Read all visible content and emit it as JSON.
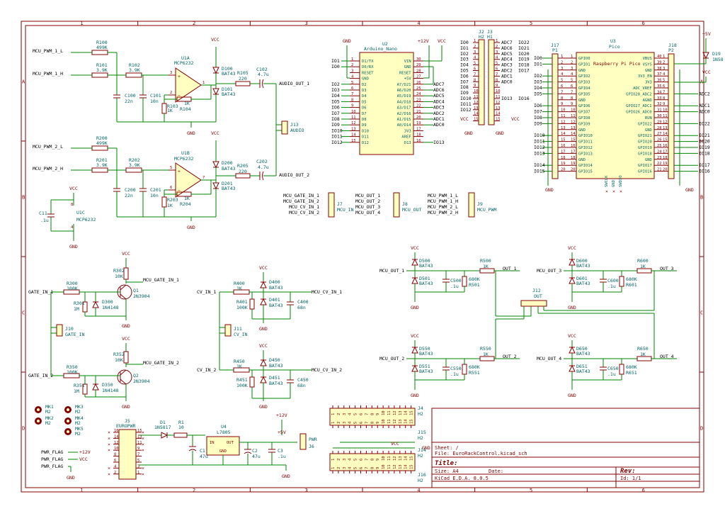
{
  "title_block": {
    "sheet": "Sheet: /",
    "file": "File: EuroRackControl.kicad_sch",
    "title_label": "Title:",
    "size": "Size: A4",
    "date": "Date:",
    "rev": "Rev:",
    "tool": "KiCad E.D.A. 8.0.5",
    "id": "Id: 1/1"
  },
  "grid": {
    "cols": [
      "1",
      "2",
      "3",
      "4",
      "5",
      "6"
    ],
    "rows": [
      "A",
      "B",
      "C",
      "D"
    ]
  },
  "power": {
    "vcc": "VCC",
    "gnd": "GND",
    "p12": "+12V",
    "p5": "+5V",
    "p12nc": "+12V",
    "pwr_flag": "PWR_FLAG"
  },
  "labels": {
    "mcu_pwm_1_l": "MCU_PWM_1_L",
    "mcu_pwm_1_h": "MCU_PWM_1_H",
    "mcu_pwm_2_l": "MCU_PWM_2_L",
    "mcu_pwm_2_h": "MCU_PWM_2_H",
    "audio_out_1": "AUDIO_OUT_1",
    "audio_out_2": "AUDIO_OUT_2",
    "mcu_gate_in_1": "MCU_GATE_IN_1",
    "mcu_gate_in_2": "MCU_GATE_IN_2",
    "gate_in_1": "GATE_IN_1",
    "gate_in_2": "GATE_IN_2",
    "cv_in_1": "CV_IN_1",
    "cv_in_2": "CV_IN_2",
    "mcu_cv_in_1": "MCU_CV_IN_1",
    "mcu_cv_in_2": "MCU_CV_IN_2",
    "mcu_out_1": "MCU_OUT_1",
    "mcu_out_2": "MCU_OUT_2",
    "mcu_out_3": "MCU_OUT_3",
    "mcu_out_4": "MCU_OUT_4",
    "out_1": "OUT_1",
    "out_2": "OUT_2",
    "out_3": "OUT_3",
    "out_4": "OUT_4",
    "mcu_pwm_1_l_j": "MCU_PWM_1_L",
    "mcu_pwm_1_h_j": "MCU_PWM_1_H",
    "mcu_pwm_2_l_j": "MCU_PWM_2_L",
    "mcu_pwm_2_h_j": "MCU_PWM_2_H",
    "mcu_gate_in_1_j": "MCU_GATE_IN_1",
    "mcu_gate_in_2_j": "MCU_GATE_IN_2",
    "mcu_cv_in_1_j": "MCU_CV_IN_1",
    "mcu_cv_in_2_j": "MCU_CV_IN_2",
    "mcu_out_1_j": "MCU_OUT_1",
    "mcu_out_2_j": "MCU_OUT_2",
    "mcu_out_3_j": "MCU_OUT_3",
    "mcu_out_4_j": "MCU_OUT_4"
  },
  "components": {
    "r100": "R100",
    "r100v": "499K",
    "r101": "R101",
    "r101v": "3.9K",
    "r102": "R102",
    "r102v": "3.9K",
    "c100": "C100",
    "c100v": "22n",
    "c101": "C101",
    "c101v": "10n",
    "r103": "R103",
    "r103v": "1K",
    "r104": "R104",
    "r104v": "1K",
    "u1a": "U1A",
    "u1av": "MCP6232",
    "d100": "D100",
    "d100v": "BAT43",
    "d101": "D101",
    "d101v": "BAT43",
    "r105": "R105",
    "r105v": "220",
    "c102": "C102",
    "c102v": "4.7u",
    "r200": "R200",
    "r200v": "499K",
    "r201": "R201",
    "r201v": "3.9K",
    "r202": "R202",
    "r202v": "3.9K",
    "c200": "C200",
    "c200v": "22n",
    "c201": "C201",
    "c201v": "10n",
    "r203": "R203",
    "r203v": "1K",
    "r204": "R204",
    "r204v": "1K",
    "u1b": "U1B",
    "u1bv": "MCP6232",
    "d200": "D200",
    "d200v": "BAT43",
    "d201": "D201",
    "d201v": "BAT43",
    "r205": "R205",
    "r205v": "220",
    "c202": "C202",
    "c202v": "4.7u",
    "j13": "J13",
    "j13v": "AUDIO",
    "c11": "C11",
    "c11v": ".1u",
    "u1c": "U1C",
    "u1cv": "MCP6232",
    "r302": "R302",
    "r302v": "10K",
    "r300": "R300",
    "r300v": "100K",
    "r301": "R301",
    "r301v": "1M",
    "d300": "D300",
    "d300v": "1N4148",
    "q1": "Q1",
    "q1v": "2N3904",
    "j10": "J10",
    "j10v": "GATE_IN",
    "r352": "R352",
    "r352v": "10K",
    "r350": "R350",
    "r350v": "100K",
    "r351": "R351",
    "r351v": "1M",
    "d350": "D350",
    "d350v": "1N4148",
    "q2": "Q2",
    "q2v": "2N3904",
    "r400": "R400",
    "r400v": "1K",
    "r401": "R401",
    "r401v": "100K",
    "d400": "D400",
    "d400v": "BAT43",
    "d401": "D401",
    "d401v": "BAT43",
    "c400": "C400",
    "c400v": "68n",
    "j11": "J11",
    "j11v": "CV_IN",
    "r450": "R450",
    "r450v": "1K",
    "r451": "R451",
    "r451v": "100K",
    "d450": "D450",
    "d450v": "BAT43",
    "d451": "D451",
    "d451v": "BAT43",
    "c450": "C450",
    "c450v": "68n",
    "j7": "J7",
    "j7v": "MCU_IN",
    "j8": "J8",
    "j8v": "MCU_OUT",
    "j9": "J9",
    "j9v": "MCU_PWM",
    "d500": "D500",
    "d500v": "BAT43",
    "d501": "D501",
    "d501v": "BAT43",
    "c500": "C500",
    "c500v": ".1u",
    "r501": "R501",
    "r501v": "680K",
    "r500": "R500",
    "r500v": "1K",
    "d550": "D550",
    "d550v": "BAT43",
    "d551": "D551",
    "d551v": "BAT43",
    "c550": "C550",
    "c550v": ".1u",
    "r551": "R551",
    "r551v": "680K",
    "r550": "R550",
    "r550v": "1K",
    "d600": "D600",
    "d600v": "BAT43",
    "d601": "D601",
    "d601v": "BAT43",
    "c600": "C600",
    "c600v": ".1u",
    "r601": "R601",
    "r601v": "680K",
    "r600": "R600",
    "r600v": "1K",
    "d650": "D650",
    "d650v": "BAT43",
    "d651": "D651",
    "d651v": "BAT43",
    "c650": "C650",
    "c650v": ".1u",
    "r651": "R651",
    "r651v": "680K",
    "r650": "R650",
    "r650v": "1K",
    "j12": "J12",
    "j12v": "OUT",
    "mk1": "MK1",
    "mk2": "MK2",
    "mk3": "MK3",
    "mk4": "MK4",
    "mk5": "MK5",
    "m2": "M2",
    "j5": "J5",
    "j5v": "EUROPWR",
    "d1": "D1",
    "d1v": "1N5817",
    "r1": "R1",
    "r1v": "10",
    "u4": "U4",
    "u4v": "L7805",
    "u4in": "IN",
    "u4out": "OUT",
    "u4gnd": "GND",
    "c1": "C1",
    "c1v": "47u",
    "c2": "C2",
    "c2v": "47u",
    "c3": "C3",
    "c3v": ".1u",
    "j6": "J6",
    "j6v": "PWR",
    "u2": "U2",
    "u2v": "Arduino_Nano",
    "j2": "J2",
    "j3": "J3",
    "h1": "H1",
    "h2": "H2",
    "u3": "U3",
    "u3v": "Pico",
    "j17": "J17",
    "p1": "P1",
    "j18": "J18",
    "p2": "P2",
    "d19": "D19",
    "d19v": "1N58",
    "j4": "J4",
    "j15": "J15",
    "j14": "J14",
    "j16": "J16",
    "pico_title": "Raspberry Pi Pico"
  },
  "nano": {
    "left": [
      "D1/TX",
      "D0/RX",
      "RESET",
      "GND",
      "D2",
      "D3",
      "D4",
      "D5",
      "D6",
      "D7",
      "D8",
      "D9",
      "D10",
      "D11",
      "D12"
    ],
    "left_nums": [
      "1",
      "2",
      "3",
      "4",
      "5",
      "6",
      "7",
      "8",
      "9",
      "10",
      "11",
      "12",
      "13",
      "14",
      "15"
    ],
    "right": [
      "VIN",
      "GND",
      "RESET",
      "+5V",
      "A7/D21",
      "A6/D20",
      "A5/D19",
      "A4/D18",
      "A3/D17",
      "A2/D16",
      "A1/D15",
      "A0/D14",
      "3V3",
      "AREF",
      "D13"
    ],
    "right_nums": [
      "30",
      "29",
      "28",
      "27",
      "26",
      "25",
      "24",
      "23",
      "22",
      "21",
      "20",
      "19",
      "17",
      "18",
      "16"
    ],
    "io_left": [
      "IO1",
      "IO0",
      "",
      "",
      "IO2",
      "IO3",
      "IO4",
      "IO5",
      "IO6",
      "IO7",
      "IO8",
      "IO9",
      "IO10",
      "IO11",
      "IO12"
    ],
    "io_right": [
      "",
      "",
      "",
      "",
      "ADC7",
      "ADC6",
      "ADC5",
      "ADC4",
      "ADC3",
      "ADC2",
      "ADC1",
      "ADC0",
      "",
      "",
      "IO13"
    ]
  },
  "headers": {
    "left": [
      "IO0",
      "IO1",
      "IO2",
      "IO3",
      "IO4",
      "IO5",
      "IO6",
      "IO7",
      "IO8",
      "IO9",
      "IO10",
      "IO11",
      "IO12",
      "",
      ""
    ],
    "right": [
      "IO22",
      "IO21",
      "IO20",
      "IO19",
      "IO18",
      "IO17",
      "",
      "",
      "",
      "",
      "IO16",
      "",
      "",
      "",
      ""
    ],
    "mid": [
      "ADC7",
      "ADC6",
      "ADC5",
      "ADC4",
      "ADC3",
      "ADC2",
      "ADC1",
      "ADC0",
      "",
      "",
      "IO13",
      "",
      "",
      ""
    ],
    "nums": [
      "1",
      "2",
      "3",
      "4",
      "5",
      "6",
      "7",
      "8",
      "9",
      "10",
      "11",
      "12",
      "13",
      "14",
      "15"
    ]
  },
  "pico": {
    "left": [
      "GPIO0",
      "GPIO1",
      "GND",
      "GPIO2",
      "GPIO3",
      "GPIO4",
      "GPIO5",
      "GND",
      "GPIO6",
      "GPIO7",
      "GPIO8",
      "GPIO9",
      "GND",
      "GPIO10",
      "GPIO11",
      "GPIO12",
      "GPIO13",
      "GND",
      "GPIO14",
      "GPIO15"
    ],
    "right": [
      "VBUS",
      "VSYS",
      "GND",
      "3V3_EN",
      "3V3",
      "ADC_VREF",
      "GPIO28_ADC2",
      "AGND",
      "GPIO27_ADC1",
      "GPIO26_ADC0",
      "RUN",
      "GPIO22",
      "GND",
      "GPIO21",
      "GPIO20",
      "GPIO19",
      "GPIO18",
      "GND",
      "GPIO17",
      "GPIO16"
    ],
    "left_nums": [
      "1",
      "2",
      "3",
      "4",
      "5",
      "6",
      "7",
      "8",
      "9",
      "10",
      "11",
      "12",
      "13",
      "14",
      "15",
      "16",
      "17",
      "18",
      "19",
      "20"
    ],
    "right_nums": [
      "40",
      "39",
      "38",
      "37",
      "36",
      "35",
      "34",
      "33",
      "32",
      "31",
      "30",
      "29",
      "28",
      "27",
      "26",
      "25",
      "24",
      "23",
      "22",
      "21"
    ],
    "io_left": [
      "IO0",
      "IO1",
      "",
      "IO2",
      "IO3",
      "IO4",
      "IO5",
      "",
      "IO6",
      "IO7",
      "IO8",
      "IO9",
      "",
      "IO10",
      "IO11",
      "IO12",
      "IO13",
      "",
      "IO14",
      "IO15"
    ],
    "io_right": [
      "",
      "",
      "",
      "",
      "",
      "",
      "ADC2",
      "",
      "ADC1",
      "ADC0",
      "",
      "IO22",
      "",
      "IO21",
      "IO20",
      "IO19",
      "IO18",
      "",
      "IO17",
      "IO16"
    ],
    "bottom": [
      "SWCLK",
      "GND",
      "SWDIO"
    ]
  },
  "bus": {
    "nums": [
      "1",
      "2",
      "3",
      "4",
      "5",
      "6",
      "7",
      "8",
      "9",
      "10",
      "11",
      "12",
      "13",
      "14",
      "15"
    ]
  }
}
